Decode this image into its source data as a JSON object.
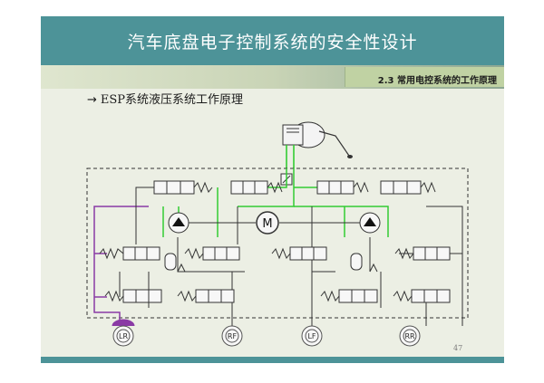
{
  "title": "汽车底盘电子控制系统的安全性设计",
  "section": "2.3 常用电控系统的工作原理",
  "bullet": {
    "arrow": "→",
    "text": "ESP系统液压系统工作原理"
  },
  "diagram": {
    "motor_label": "M",
    "wheels": [
      "LR",
      "RF",
      "LF",
      "RR"
    ]
  },
  "page_number": "47",
  "colors": {
    "title_bar": "#4d9398",
    "slide_bg": "#ecefe4",
    "green_line": "#33cc33",
    "purple_line": "#8a3aa5",
    "line": "#333333"
  }
}
